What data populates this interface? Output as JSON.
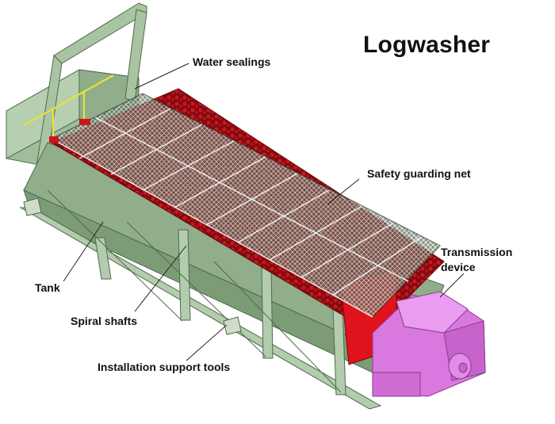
{
  "title": "Logwasher",
  "labels": {
    "water_sealings": "Water sealings",
    "safety_net": "Safety guarding net",
    "transmission_line1": "Transmission",
    "transmission_line2": "device",
    "tank": "Tank",
    "spiral_shafts": "Spiral shafts",
    "installation": "Installation support tools"
  },
  "colors": {
    "frame": "#a9c4a3",
    "frame_dark": "#6f8f6c",
    "spiral": "#c8101c",
    "net": "#3c4a3c",
    "transmission": "#e07ee6",
    "yellow": "#e8e23a"
  }
}
